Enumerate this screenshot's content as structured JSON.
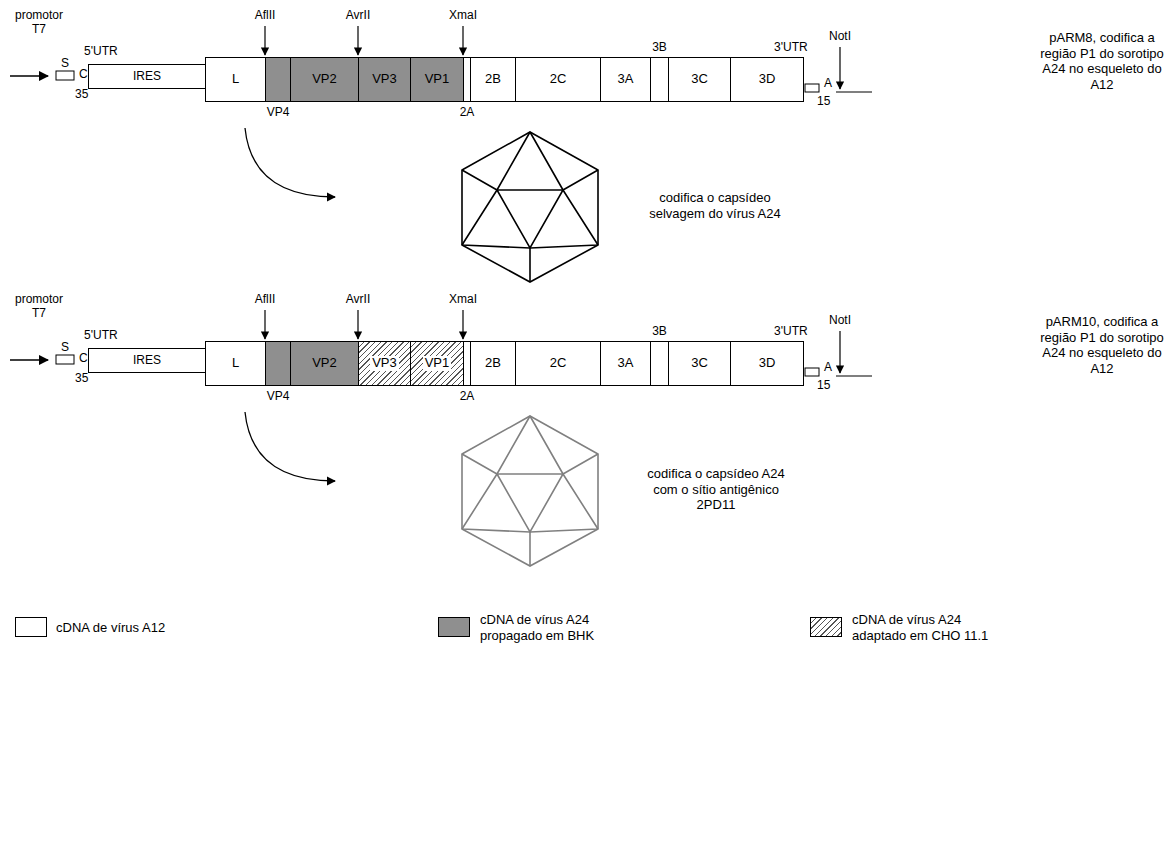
{
  "diagram": {
    "nodes": [
      {
        "text": [
          "IRES"
        ]
      },
      {
        "text": [
          "L"
        ]
      },
      {
        "text": [
          "VP4"
        ]
      },
      {
        "text": [
          "VP2"
        ]
      },
      {
        "text": [
          "VP3"
        ]
      },
      {
        "text": [
          "VP1"
        ]
      },
      {
        "text": [
          "2A"
        ]
      },
      {
        "text": [
          "2B"
        ]
      },
      {
        "text": [
          "2C"
        ]
      },
      {
        "text": [
          "3A"
        ]
      },
      {
        "text": [
          "3B"
        ]
      },
      {
        "text": [
          "3C"
        ]
      },
      {
        "text": [
          "3D"
        ]
      },
      {
        "text": [
          "IRES"
        ]
      },
      {
        "text": [
          "L"
        ]
      },
      {
        "text": [
          "VP4"
        ]
      },
      {
        "text": [
          "VP2"
        ]
      },
      {
        "text": [
          "VP3"
        ]
      },
      {
        "text": [
          "VP1"
        ]
      },
      {
        "text": [
          "2A"
        ]
      },
      {
        "text": [
          "2B"
        ]
      },
      {
        "text": [
          "2C"
        ]
      },
      {
        "text": [
          "3A"
        ]
      },
      {
        "text": [
          "3B"
        ]
      },
      {
        "text": [
          "3C"
        ]
      },
      {
        "text": [
          "3D"
        ]
      }
    ],
    "labels": [
      "promotor T7",
      "5'UTR",
      "S",
      "C",
      "35",
      "AflII",
      "AvrII",
      "XmaI",
      "3'UTR",
      "NotI",
      "A",
      "15",
      "pARM8, codifica a região P1 do sorotipo A24 no esqueleto do A12",
      "codifica o capsídeo selvagem do vírus A24",
      "promotor T7",
      "5'UTR",
      "S",
      "C",
      "35",
      "AflII",
      "AvrII",
      "XmaI",
      "3'UTR",
      "NotI",
      "A",
      "15",
      "pARM10, codifica a região P1 do sorotipo A24 no esqueleto do A12",
      "codifica o capsídeo A24 com o sítio antigênico 2PD11"
    ],
    "legend": [
      {
        "text": "cDNA de vírus A12",
        "color": "#ffffff"
      },
      {
        "text": "cDNA de vírus A24 propagado em BHK",
        "color": "#8f8f8f"
      },
      {
        "text": "cDNA de vírus A24 adaptado em CHO 11.1"
      }
    ]
  }
}
